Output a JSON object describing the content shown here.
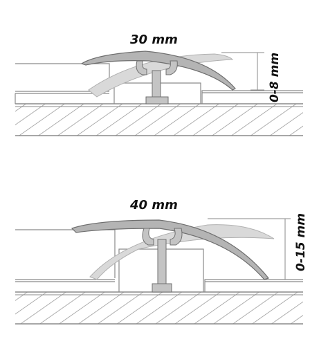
{
  "diagrams": [
    {
      "width_label": "30 mm",
      "height_label": "0-8 mm"
    },
    {
      "width_label": "40 mm",
      "height_label": "0-15 mm"
    }
  ],
  "colors": {
    "line": "#8a8a8a",
    "profile_fill": "#b4b4b4",
    "profile_edge": "#6f6f6f",
    "ghost_fill": "#d9d9d9",
    "text": "#111111"
  }
}
